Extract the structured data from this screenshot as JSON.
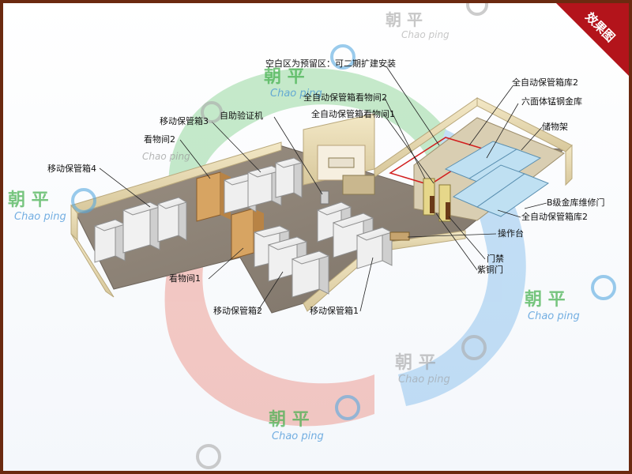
{
  "corner_badge": "效果图",
  "watermark": {
    "brand": "朝 平",
    "latin": "Chao ping"
  },
  "labels": {
    "reserved_area": "空白区为预留区：可二期扩建安装",
    "auto_box_room2": "全自动保管箱库2",
    "hex_vault": "六面体锰钢金库",
    "viewing_room2_auto": "全自动保管箱看物间2",
    "viewing_room1_auto": "全自动保管箱看物间1",
    "storage_rack": "储物架",
    "mobile_box3": "移动保管箱3",
    "self_verify": "自助验证机",
    "viewing_room2": "看物间2",
    "mobile_box4": "移动保管箱4",
    "b_maint_door": "B级金库维修门",
    "auto_box_room2_b": "全自动保管箱库2",
    "console": "操作台",
    "access_ctrl": "门禁",
    "viewing_room1": "看物间1",
    "copper_door": "紫铜门",
    "mobile_box2": "移动保管箱2",
    "mobile_box1": "移动保管箱1"
  },
  "colors": {
    "frame": "#6b2a10",
    "badge": "#b3141b",
    "floor": "#8a7f72",
    "wall": "#e9dcb6",
    "cabinet": "#e8e8e8",
    "watermark_green": "#3fae49",
    "watermark_blue": "#3b8fd6"
  }
}
